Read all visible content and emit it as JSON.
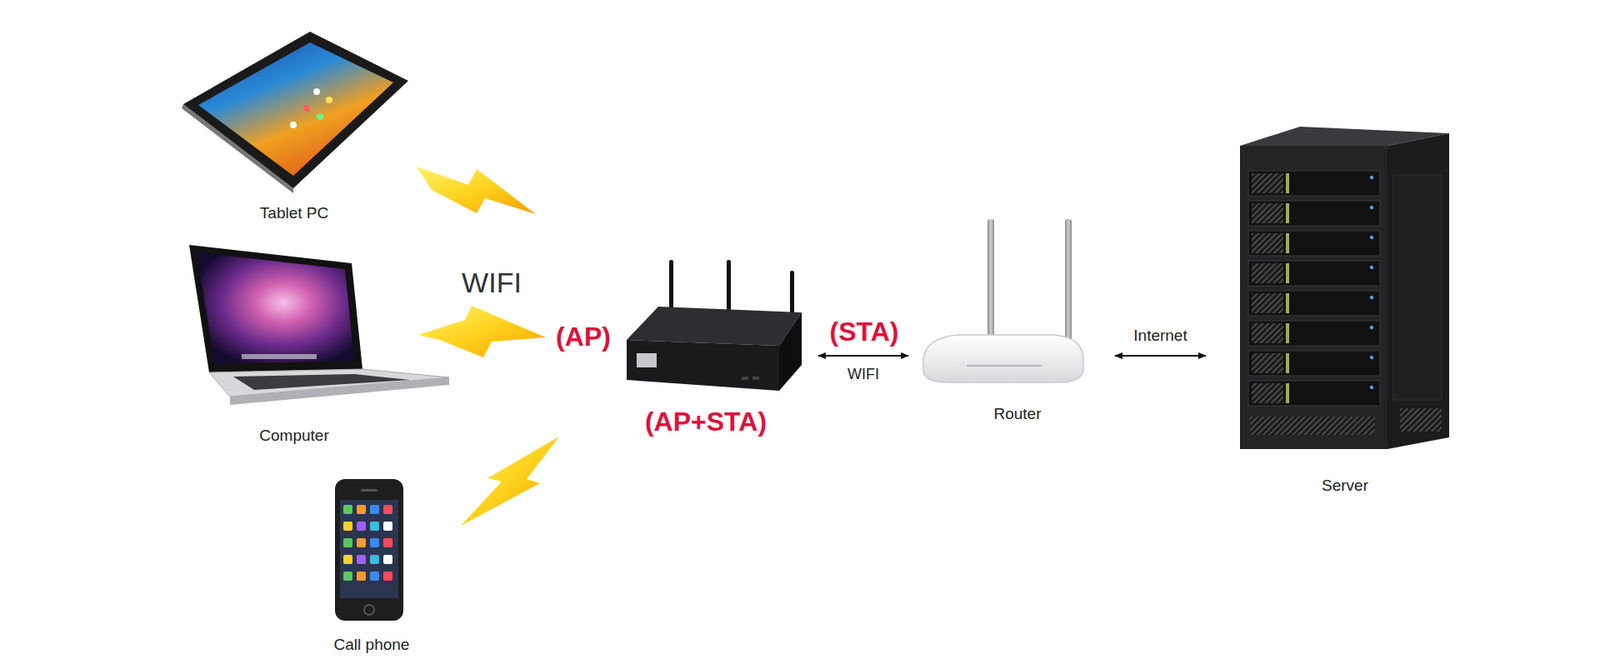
{
  "diagram": {
    "nodes": [
      {
        "text": [
          "Tablet PC"
        ]
      },
      {
        "text": [
          "Computer"
        ]
      },
      {
        "text": [
          "Call phone"
        ]
      },
      {
        "text": [
          "(AP+STA)"
        ]
      },
      {
        "text": [
          "Router"
        ]
      },
      {
        "text": [
          "Server"
        ]
      }
    ],
    "edges": [
      {
        "from": 3,
        "to": 4,
        "arrow": "both",
        "label": "WIFI"
      },
      {
        "from": 4,
        "to": 5,
        "arrow": "both",
        "label": "Internet"
      }
    ],
    "labels": [
      "WIFI",
      "(AP)",
      "(STA)"
    ]
  }
}
